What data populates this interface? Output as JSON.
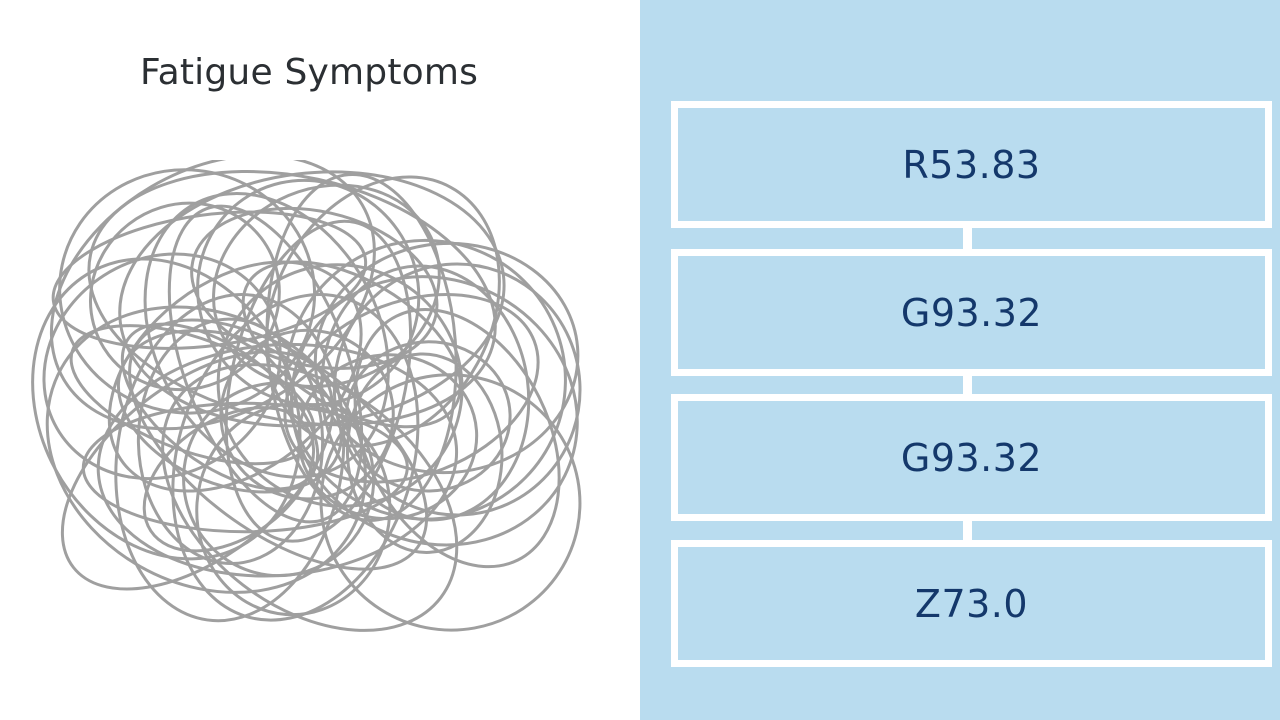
{
  "title": "Fatigue Symptoms",
  "codes": [
    {
      "code": "R53.83"
    },
    {
      "code": "G93.32"
    },
    {
      "code": "G93.32"
    },
    {
      "code": "Z73.0"
    }
  ],
  "colors": {
    "right_panel_bg": "#b9dcef",
    "box_border": "#ffffff",
    "code_text": "#14386b",
    "scribble_stroke": "#9a9a9a",
    "title_text": "#2b2f33"
  },
  "icons": {
    "scribble": "tangled-scribble-icon"
  }
}
